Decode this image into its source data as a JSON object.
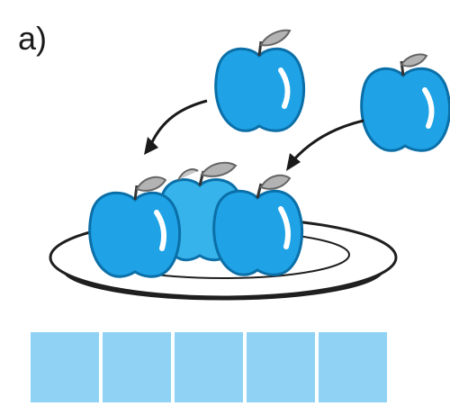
{
  "exercise": {
    "label": "a)"
  },
  "colors": {
    "apple": "#1fa3e6",
    "apple_dark": "#0b7fc4",
    "apple_light": "#6fcdf6",
    "leaf": "#b3b3b3",
    "plate_rim": "#1f1f1f",
    "box": "#8fd2f4"
  },
  "scene": {
    "apples_on_plate": 3,
    "apples_falling": 2
  },
  "boxes": {
    "count": 5
  }
}
